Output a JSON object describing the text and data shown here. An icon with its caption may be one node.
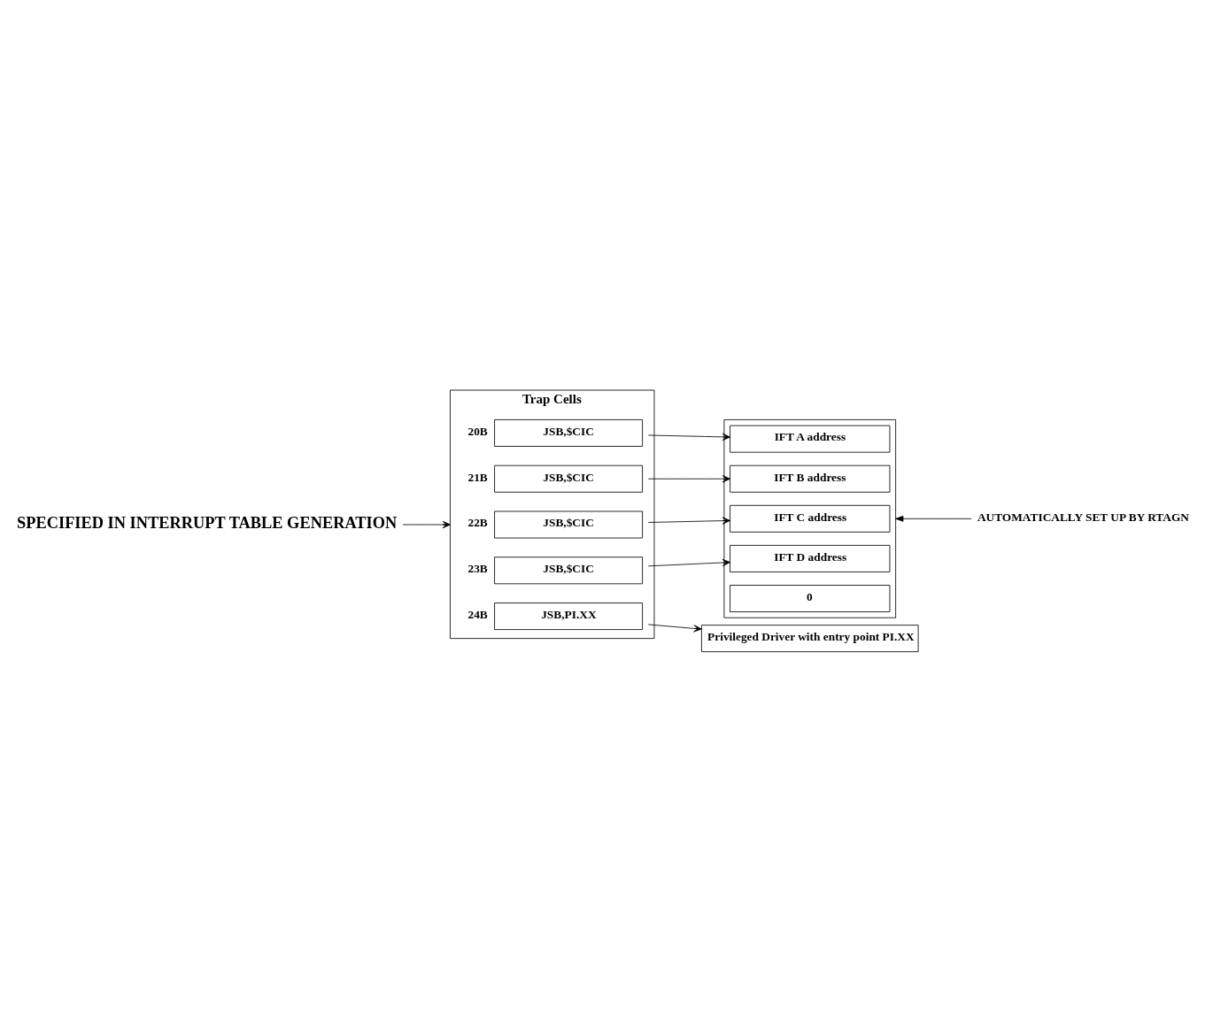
{
  "diagram": {
    "nodes": [
      {
        "text": [
          "Trap Cells"
        ]
      },
      {
        "text": [
          "JSB,$CIC"
        ],
        "in": 0,
        "beside": [
          "20B"
        ]
      },
      {
        "text": [
          "JSB,$CIC"
        ],
        "in": 0,
        "beside": [
          "21B"
        ]
      },
      {
        "text": [
          "JSB,$CIC"
        ],
        "in": 0,
        "beside": [
          "22B"
        ]
      },
      {
        "text": [
          "JSB,$CIC"
        ],
        "in": 0,
        "beside": [
          "23B"
        ]
      },
      {
        "text": [
          "JSB,PI.XX"
        ],
        "in": 0,
        "beside": [
          "24B"
        ]
      },
      {
        "text": [],
        "shape": "box"
      },
      {
        "text": [
          "IFT A address"
        ],
        "in": 6
      },
      {
        "text": [
          "IFT B address"
        ],
        "in": 6
      },
      {
        "text": [
          "IFT C address"
        ],
        "in": 6
      },
      {
        "text": [
          "IFT D address"
        ],
        "in": 6
      },
      {
        "text": [
          "0"
        ],
        "in": 6
      },
      {
        "text": [
          "Privileged Driver with entry point PI.XX"
        ]
      },
      {
        "text": [
          "AUTOMATICALLY SET UP BY RTAGN"
        ]
      },
      {
        "text": [
          "SPECIFIED IN INTERRUPT TABLE GENERATION"
        ]
      }
    ],
    "edges": [
      {
        "from": 1,
        "to": 7,
        "arrow": "to"
      },
      {
        "from": 2,
        "to": 8,
        "arrow": "to"
      },
      {
        "from": 3,
        "to": 9,
        "arrow": "to"
      },
      {
        "from": 4,
        "to": 10,
        "arrow": "to"
      },
      {
        "from": 5,
        "to": 12,
        "arrow": "to"
      },
      {
        "from": 13,
        "to": 6,
        "arrow": "to"
      },
      {
        "from": 14,
        "to": 0,
        "arrow": "to"
      }
    ]
  }
}
